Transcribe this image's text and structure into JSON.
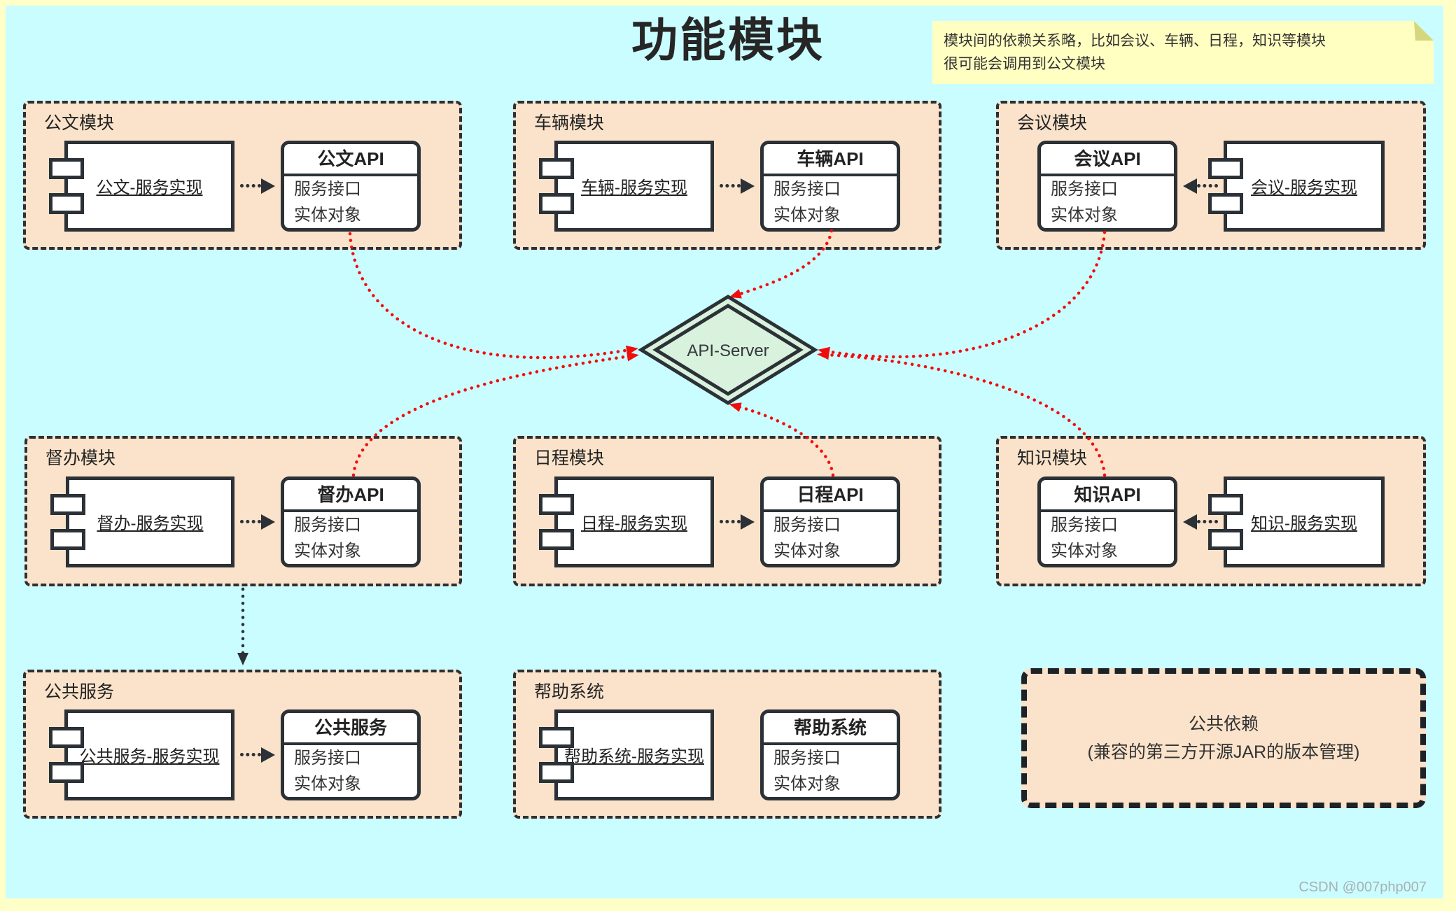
{
  "title": "功能模块",
  "note": {
    "line1": "模块间的依赖关系略，比如会议、车辆、日程，知识等模块",
    "line2": "很可能会调用到公文模块"
  },
  "api_server_label": "API-Server",
  "modules": [
    {
      "label": "公文模块",
      "component_label": "公文-服务实现",
      "api": {
        "title": "公文API",
        "line1": "服务接口",
        "line2": "实体对象"
      }
    },
    {
      "label": "车辆模块",
      "component_label": "车辆-服务实现",
      "api": {
        "title": "车辆API",
        "line1": "服务接口",
        "line2": "实体对象"
      }
    },
    {
      "label": "会议模块",
      "component_label": "会议-服务实现",
      "api": {
        "title": "会议API",
        "line1": "服务接口",
        "line2": "实体对象"
      }
    },
    {
      "label": "督办模块",
      "component_label": "督办-服务实现",
      "api": {
        "title": "督办API",
        "line1": "服务接口",
        "line2": "实体对象"
      }
    },
    {
      "label": "日程模块",
      "component_label": "日程-服务实现",
      "api": {
        "title": "日程API",
        "line1": "服务接口",
        "line2": "实体对象"
      }
    },
    {
      "label": "知识模块",
      "component_label": "知识-服务实现",
      "api": {
        "title": "知识API",
        "line1": "服务接口",
        "line2": "实体对象"
      }
    },
    {
      "label": "公共服务",
      "component_label": "公共服务-服务实现",
      "api": {
        "title": "公共服务",
        "line1": "服务接口",
        "line2": "实体对象"
      }
    },
    {
      "label": "帮助系统",
      "component_label": "帮助系统-服务实现",
      "api": {
        "title": "帮助系统",
        "line1": "服务接口",
        "line2": "实体对象"
      }
    }
  ],
  "common_dependency": {
    "line1": "公共依赖",
    "line2": "(兼容的第三方开源JAR的版本管理)"
  },
  "watermark": "CSDN @007php007",
  "colors": {
    "background": "#cafdff",
    "frame": "#ffffc8",
    "module_fill": "#fbe3cb",
    "outline": "#2b3136",
    "diamond_fill": "#d9f2dd",
    "note_fill": "#ffffc2",
    "dependency_red": "#f20d0d"
  }
}
